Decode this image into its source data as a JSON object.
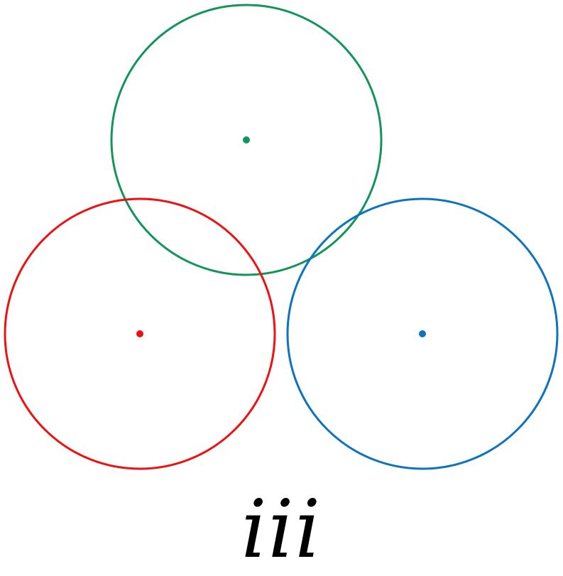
{
  "figure": {
    "label": "iii",
    "circles": [
      {
        "id": "green",
        "color": "#12955a"
      },
      {
        "id": "red",
        "color": "#ee1111"
      },
      {
        "id": "blue",
        "color": "#0d73bf"
      }
    ]
  }
}
